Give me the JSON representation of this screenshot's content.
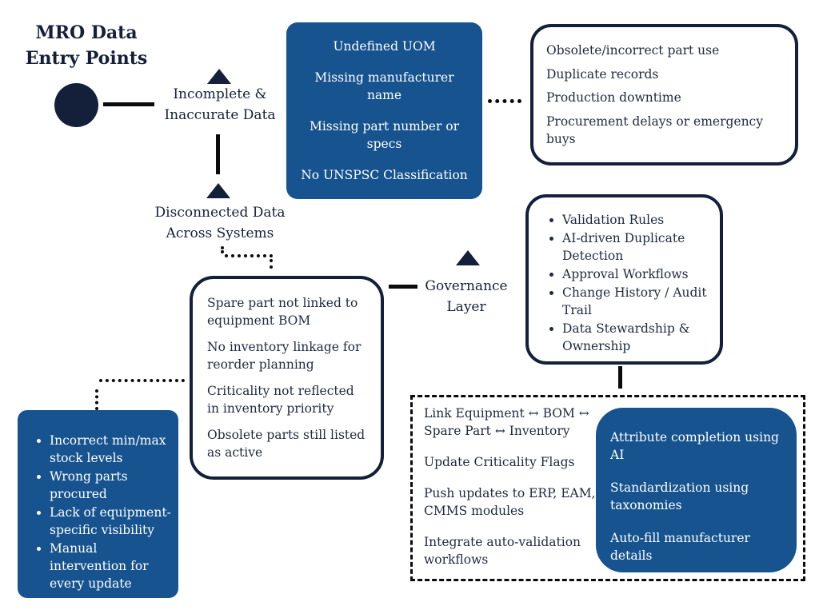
{
  "colors": {
    "blue": "#16538F",
    "navy": "#14203A",
    "ink": "#1F2940",
    "line": "#0B0B0B"
  },
  "title": {
    "line1": "MRO Data",
    "line2": "Entry Points"
  },
  "labels": {
    "incomplete": {
      "line1": "Incomplete &",
      "line2": "Inaccurate Data"
    },
    "disconnected": {
      "line1": "Disconnected Data",
      "line2": "Across Systems"
    },
    "governance": {
      "line1": "Governance",
      "line2": "Layer"
    }
  },
  "data_quality_box": {
    "items": [
      "Undefined UOM",
      "Missing manufacturer name",
      "Missing part number or specs",
      "No UNSPSC Classification"
    ]
  },
  "impact_right_box": {
    "items": [
      "Obsolete/incorrect part use",
      "Duplicate records",
      "Production downtime",
      "Procurement delays or emergency buys"
    ]
  },
  "linkage_box": {
    "items": [
      "Spare part not linked to equipment BOM",
      "No inventory linkage for reorder planning",
      "Criticality not reflected in inventory priority",
      "Obsolete parts still listed as active"
    ]
  },
  "governance_box": {
    "items": [
      "Validation Rules",
      "AI-driven Duplicate Detection",
      "Approval Workflows",
      "Change History / Audit Trail",
      "Data Stewardship & Ownership"
    ]
  },
  "impact_left_box": {
    "items": [
      "Incorrect min/max stock levels",
      "Wrong parts procured",
      "Lack of equipment-specific visibility",
      "Manual intervention for every update"
    ]
  },
  "actions_box": {
    "items": [
      "Link Equipment ↔ BOM ↔ Spare Part ↔ Inventory",
      "Update Criticality Flags",
      "Push updates to ERP, EAM, CMMS modules",
      "Integrate auto-validation workflows"
    ]
  },
  "ai_box": {
    "items": [
      "Attribute completion using AI",
      "Standardization using taxonomies",
      "Auto-fill manufacturer details"
    ]
  }
}
